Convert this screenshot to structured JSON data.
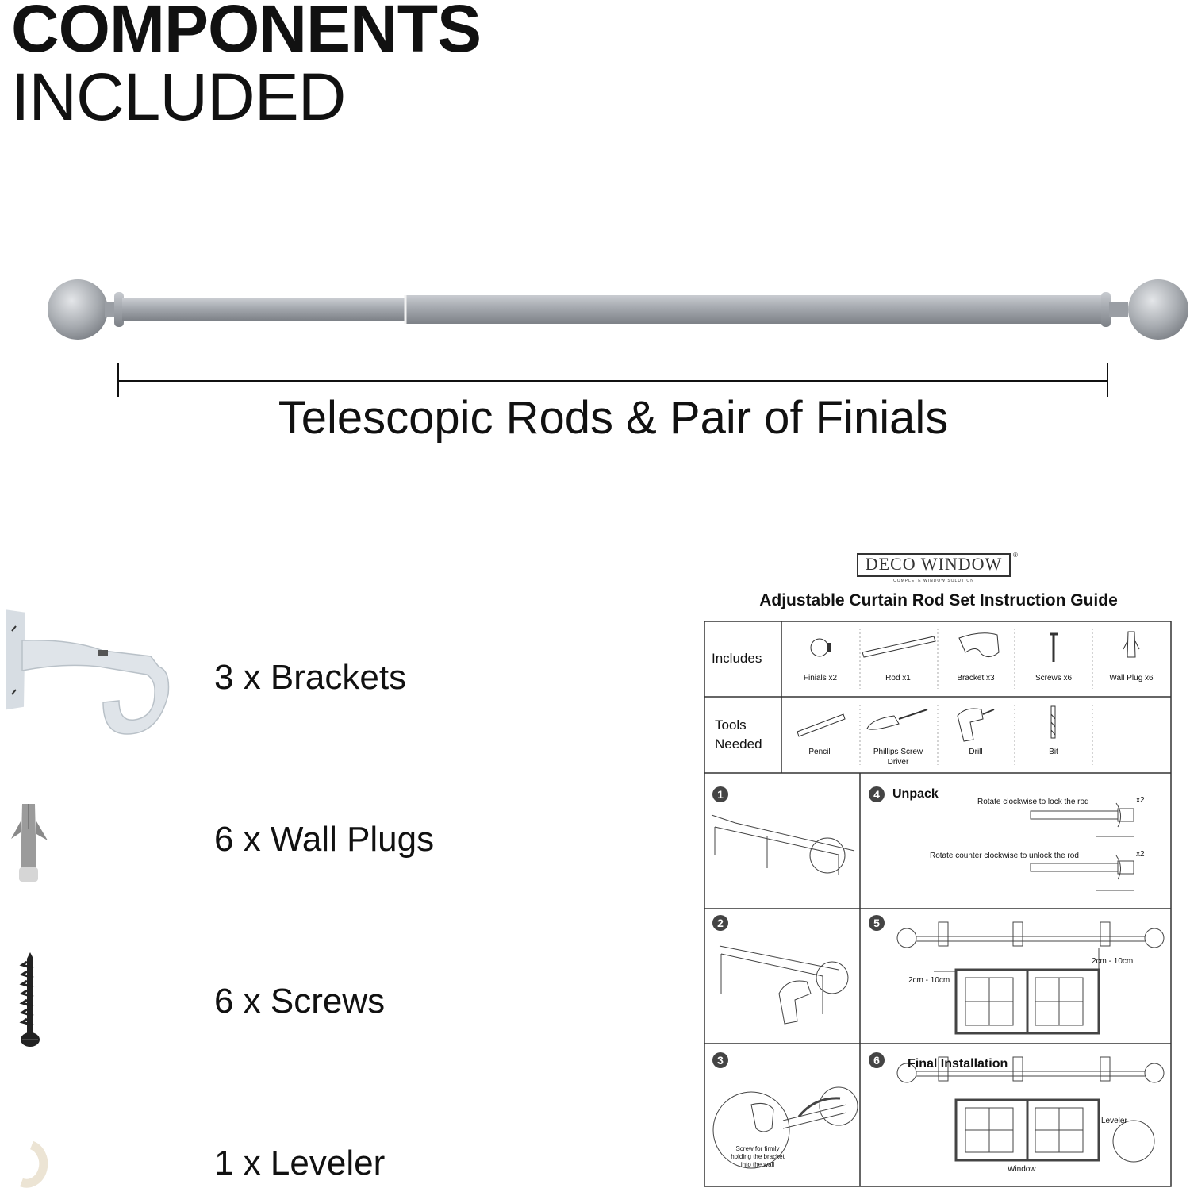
{
  "heading": {
    "line1": "COMPONENTS",
    "line2": "INCLUDED"
  },
  "rod": {
    "caption": "Telescopic Rods & Pair of Finials",
    "color": "#a9adb3"
  },
  "items": [
    {
      "label": "3 x Brackets",
      "icon": "bracket-icon"
    },
    {
      "label": "6 x Wall Plugs",
      "icon": "wall-plug-icon"
    },
    {
      "label": "6 x Screws",
      "icon": "screw-icon"
    },
    {
      "label": "1 x Leveler",
      "icon": "leveler-icon"
    }
  ],
  "guide": {
    "brand": "DECO WINDOW",
    "brand_sub": "COMPLETE WINDOW SOLUTION",
    "reg": "®",
    "title": "Adjustable Curtain Rod Set Instruction Guide",
    "includes_label": "Includes",
    "includes": [
      "Finials x2",
      "Rod x1",
      "Bracket x3",
      "Screws x6",
      "Wall Plug x6"
    ],
    "tools_label_1": "Tools",
    "tools_label_2": "Needed",
    "tools": [
      {
        "line1": "Pencil",
        "line2": ""
      },
      {
        "line1": "Phillips Screw",
        "line2": "Driver"
      },
      {
        "line1": "Drill",
        "line2": ""
      },
      {
        "line1": "Bit",
        "line2": ""
      }
    ],
    "steps": {
      "s1": "1",
      "s2": "2",
      "s3": "3",
      "s4": "4",
      "s5": "5",
      "s6": "6",
      "unpack": "Unpack",
      "lock": "Rotate clockwise to lock the rod",
      "unlock": "Rotate counter clockwise to unlock the rod",
      "x2a": "x2",
      "x2b": "x2",
      "gap_left": "2cm - 10cm",
      "gap_right": "2cm - 10cm",
      "screw_note_1": "Screw for firmly",
      "screw_note_2": "holding the bracket",
      "screw_note_3": "into the wall",
      "final": "Final Installation",
      "leveler": "Leveler",
      "window": "Window"
    }
  }
}
